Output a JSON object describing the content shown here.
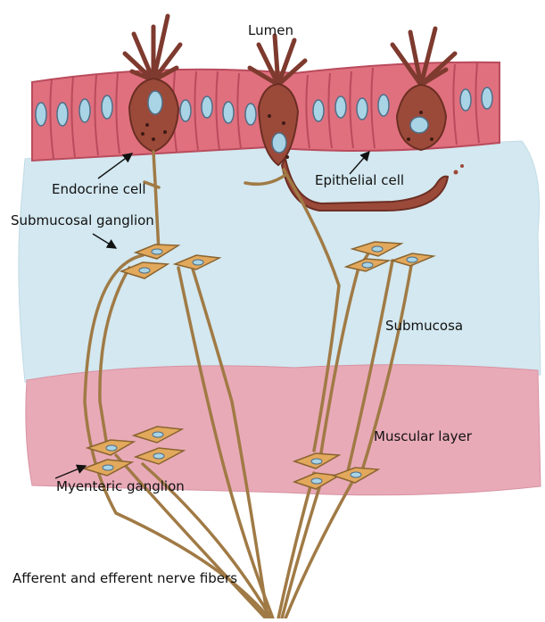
{
  "labels": {
    "lumen": "Lumen",
    "endocrine_cell": "Endocrine cell",
    "epithelial_cell": "Epithelial cell",
    "submucosal_ganglion": "Submucosal ganglion",
    "submucosa": "Submucosa",
    "muscular_layer": "Muscular layer",
    "myenteric_ganglion": "Myenteric ganglion",
    "nerve_fibers": "Afferent and efferent nerve fibers"
  },
  "colors": {
    "epithelium": "#e0707e",
    "epithelium_edge": "#b94b5c",
    "nucleus": "#a8d4e6",
    "endocrine_cell": "#9b4a3a",
    "submucosa": "#d3e8f0",
    "muscular_layer": "#e9aab8",
    "neuron": "#e2a85c",
    "fiber": "#a07a45"
  }
}
